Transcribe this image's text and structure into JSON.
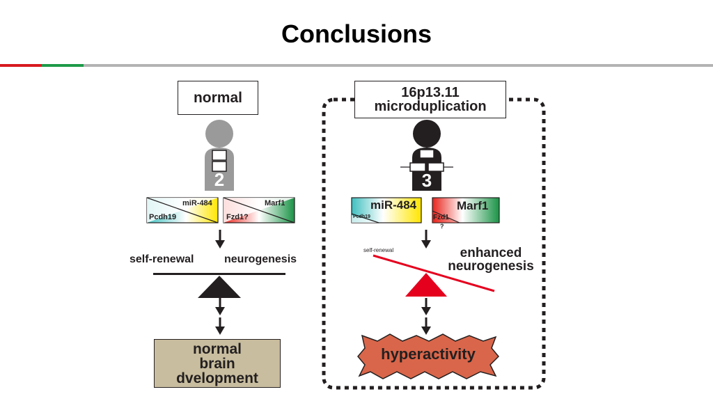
{
  "slide": {
    "title": "Conclusions",
    "accent_colors": [
      "#d7191f",
      "#1d9a48",
      "#b3b3b3"
    ]
  },
  "normal_panel": {
    "condition_label": "normal",
    "copy_number": "2",
    "genes": {
      "left": {
        "top": "miR-484",
        "bottom": "Pcdh19",
        "colors": [
          "#3fbfbf",
          "#ffe600"
        ]
      },
      "right": {
        "top": "Marf1",
        "bottom": "Fzd1?",
        "colors": [
          "#e8231b",
          "#1a9346"
        ]
      }
    },
    "process_left": "self-renewal",
    "process_right": "neurogenesis",
    "outcome": [
      "normal",
      "brain",
      "dvelopment"
    ],
    "outcome_color": "#c8bd9e",
    "person_color": "#9a9a9a"
  },
  "dup_panel": {
    "condition_label": [
      "16p13.11",
      "microduplication"
    ],
    "copy_number": "3",
    "genes": {
      "left": {
        "top": "miR-484",
        "bottom": "Pcdh19",
        "colors": [
          "#3fbfbf",
          "#ffe600"
        ]
      },
      "right": {
        "top": "Marf1",
        "bottom": "Fzd1",
        "note": "?",
        "colors": [
          "#e8231b",
          "#1a9346"
        ]
      }
    },
    "process_left": "self-renewal",
    "process_right": [
      "enhanced",
      "neurogenesis"
    ],
    "outcome": "hyperactivity",
    "outcome_color": "#d9664a",
    "fulcrum_color": "#e5001e",
    "beam_color": "#e5001e",
    "person_color": "#231f20"
  }
}
